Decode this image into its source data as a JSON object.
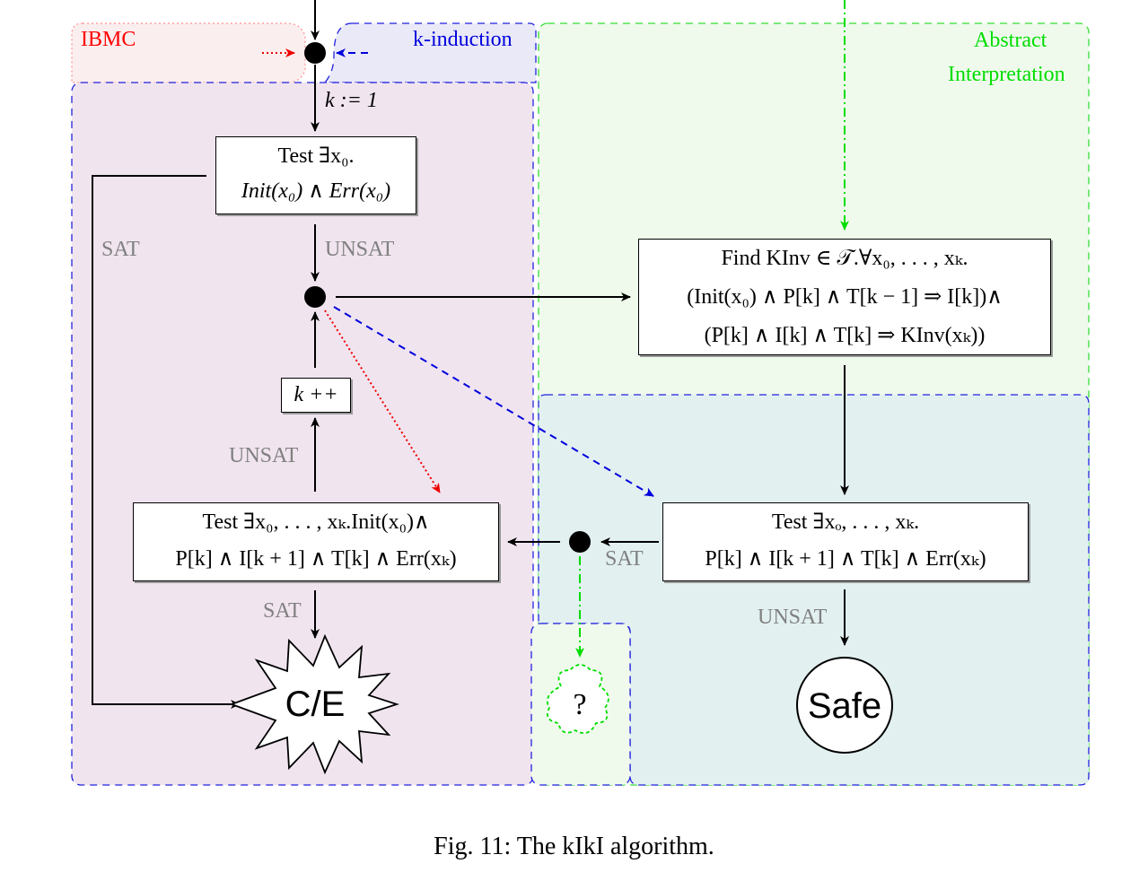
{
  "regions": {
    "ibmc": {
      "label": "IBMC",
      "color": "#ff0000"
    },
    "kinduction": {
      "label": "k-induction",
      "color": "#0000dd"
    },
    "abstract_interpretation": {
      "label_line1": "Abstract",
      "label_line2": "Interpretation",
      "color": "#00dd00"
    }
  },
  "edges": {
    "init_k": "k := 1",
    "sat_left": "SAT",
    "unsat_top": "UNSAT",
    "unsat_left": "UNSAT",
    "sat_bottom": "SAT",
    "sat_right": "SAT",
    "unsat_right": "UNSAT"
  },
  "nodes": {
    "test_init": {
      "line1": "Test ∃x₀.",
      "line2": "Init(x₀) ∧ Err(x₀)"
    },
    "find_kinv": {
      "line1": "Find KInv ∈ 𝒯.∀x₀, . . . , xₖ.",
      "line2": "(Init(x₀) ∧ P[k] ∧ T[k − 1] ⇒ I[k])∧",
      "line3": "(P[k] ∧ I[k] ∧ T[k] ⇒ KInv(xₖ))"
    },
    "k_increment": {
      "line1": "k ++"
    },
    "test_bmc": {
      "line1": "Test ∃x₀, . . . , xₖ.Init(x₀)∧",
      "line2": "P[k] ∧ I[k + 1] ∧ T[k] ∧ Err(xₖ)"
    },
    "test_kind": {
      "line1": "Test ∃xₒ, . . . , xₖ.",
      "line2": "P[k] ∧ I[k + 1] ∧ T[k] ∧ Err(xₖ)"
    },
    "counterexample": {
      "label": "C/E"
    },
    "unknown": {
      "label": "?"
    },
    "safe": {
      "label": "Safe"
    }
  },
  "caption": "Fig. 11: The kIkI algorithm.",
  "colors": {
    "ibmc_fill": "#f0e4ef",
    "kind_fill": "#e2f0f0",
    "ai_fill": "#effaec",
    "ibmc_line": "#ff0000",
    "kind_line": "#0000dd",
    "ai_line": "#00dd00",
    "label_gray": "#808080"
  }
}
